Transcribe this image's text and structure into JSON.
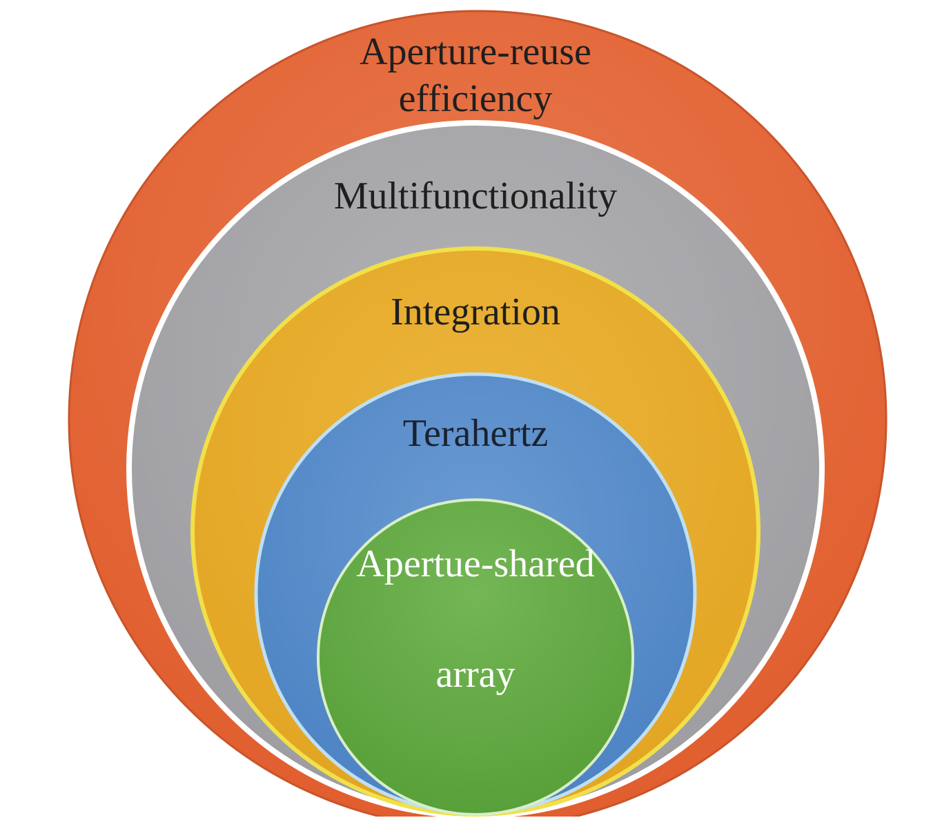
{
  "diagram": {
    "type": "nested-circles",
    "layers": [
      {
        "id": "outer",
        "lines": [
          "Aperture-reuse",
          "efficiency"
        ],
        "color": "#E2643A",
        "text_color": "#1f1f1f"
      },
      {
        "id": "second",
        "lines": [
          "Multifunctionality"
        ],
        "color": "#A9A9AC",
        "text_color": "#1f1f1f"
      },
      {
        "id": "third",
        "lines": [
          "Integration"
        ],
        "color": "#E6AC2C",
        "text_color": "#1f1f1f"
      },
      {
        "id": "fourth",
        "lines": [
          "Terahertz"
        ],
        "color": "#5B8FC9",
        "text_color": "#1a2230"
      },
      {
        "id": "inner",
        "lines": [
          "Apertue-shared",
          "array"
        ],
        "color": "#63A843",
        "text_color": "#ffffff"
      }
    ]
  }
}
